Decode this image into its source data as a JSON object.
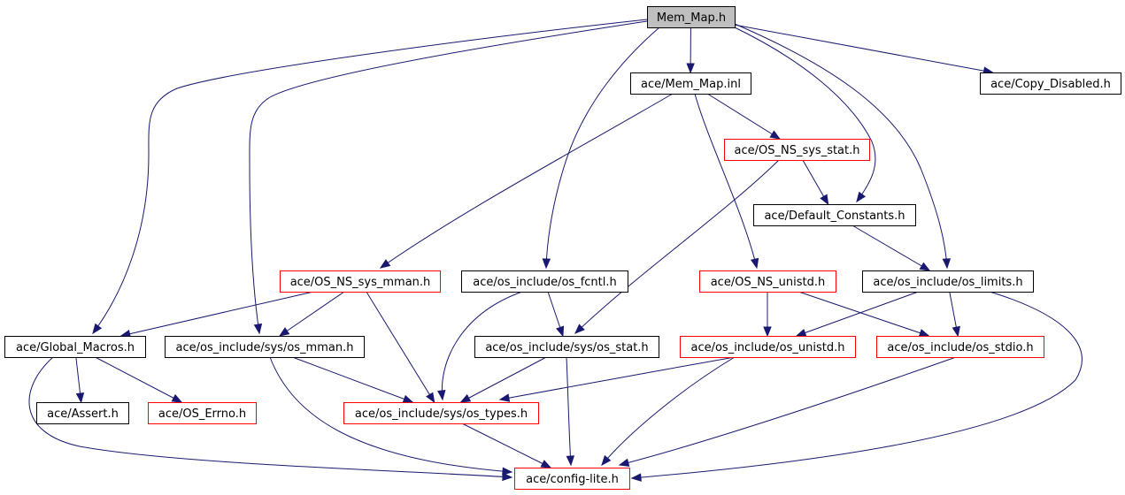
{
  "colors": {
    "root_fill": "#bfbfbf",
    "node_fill": "#ffffff",
    "border_black": "#000000",
    "border_red": "#ff0000",
    "edge": "#191970"
  },
  "nodes": [
    {
      "id": "mem_map_h",
      "label": "Mem_Map.h",
      "border": "black",
      "root": true
    },
    {
      "id": "mem_map_inl",
      "label": "ace/Mem_Map.inl",
      "border": "black"
    },
    {
      "id": "copy_disabled",
      "label": "ace/Copy_Disabled.h",
      "border": "black"
    },
    {
      "id": "os_ns_sys_stat",
      "label": "ace/OS_NS_sys_stat.h",
      "border": "red"
    },
    {
      "id": "default_constants",
      "label": "ace/Default_Constants.h",
      "border": "black"
    },
    {
      "id": "os_ns_sys_mman",
      "label": "ace/OS_NS_sys_mman.h",
      "border": "red"
    },
    {
      "id": "os_fcntl",
      "label": "ace/os_include/os_fcntl.h",
      "border": "black"
    },
    {
      "id": "os_ns_unistd",
      "label": "ace/OS_NS_unistd.h",
      "border": "red"
    },
    {
      "id": "os_limits",
      "label": "ace/os_include/os_limits.h",
      "border": "black"
    },
    {
      "id": "global_macros",
      "label": "ace/Global_Macros.h",
      "border": "black"
    },
    {
      "id": "sys_os_mman",
      "label": "ace/os_include/sys/os_mman.h",
      "border": "black"
    },
    {
      "id": "sys_os_stat",
      "label": "ace/os_include/sys/os_stat.h",
      "border": "black"
    },
    {
      "id": "os_unistd",
      "label": "ace/os_include/os_unistd.h",
      "border": "red"
    },
    {
      "id": "os_stdio",
      "label": "ace/os_include/os_stdio.h",
      "border": "red"
    },
    {
      "id": "assert_h",
      "label": "ace/Assert.h",
      "border": "black"
    },
    {
      "id": "os_errno",
      "label": "ace/OS_Errno.h",
      "border": "red"
    },
    {
      "id": "sys_os_types",
      "label": "ace/os_include/sys/os_types.h",
      "border": "red"
    },
    {
      "id": "config_lite",
      "label": "ace/config-lite.h",
      "border": "red"
    }
  ],
  "edges": [
    {
      "from": "mem_map_h",
      "to": "mem_map_inl"
    },
    {
      "from": "mem_map_h",
      "to": "copy_disabled"
    },
    {
      "from": "mem_map_h",
      "to": "default_constants"
    },
    {
      "from": "mem_map_h",
      "to": "os_fcntl"
    },
    {
      "from": "mem_map_h",
      "to": "os_limits"
    },
    {
      "from": "mem_map_h",
      "to": "global_macros"
    },
    {
      "from": "mem_map_h",
      "to": "sys_os_mman"
    },
    {
      "from": "mem_map_inl",
      "to": "os_ns_sys_stat"
    },
    {
      "from": "mem_map_inl",
      "to": "os_ns_sys_mman"
    },
    {
      "from": "mem_map_inl",
      "to": "os_ns_unistd"
    },
    {
      "from": "os_ns_sys_stat",
      "to": "default_constants"
    },
    {
      "from": "os_ns_sys_stat",
      "to": "sys_os_stat"
    },
    {
      "from": "default_constants",
      "to": "os_limits"
    },
    {
      "from": "os_ns_sys_mman",
      "to": "global_macros"
    },
    {
      "from": "os_ns_sys_mman",
      "to": "sys_os_mman"
    },
    {
      "from": "os_ns_sys_mman",
      "to": "sys_os_types"
    },
    {
      "from": "os_fcntl",
      "to": "sys_os_stat"
    },
    {
      "from": "os_fcntl",
      "to": "sys_os_types"
    },
    {
      "from": "os_ns_unistd",
      "to": "os_unistd"
    },
    {
      "from": "os_ns_unistd",
      "to": "os_stdio"
    },
    {
      "from": "os_limits",
      "to": "os_unistd"
    },
    {
      "from": "os_limits",
      "to": "os_stdio"
    },
    {
      "from": "os_limits",
      "to": "config_lite"
    },
    {
      "from": "global_macros",
      "to": "assert_h"
    },
    {
      "from": "global_macros",
      "to": "os_errno"
    },
    {
      "from": "global_macros",
      "to": "config_lite"
    },
    {
      "from": "sys_os_mman",
      "to": "sys_os_types"
    },
    {
      "from": "sys_os_mman",
      "to": "config_lite"
    },
    {
      "from": "sys_os_stat",
      "to": "sys_os_types"
    },
    {
      "from": "sys_os_stat",
      "to": "config_lite"
    },
    {
      "from": "os_unistd",
      "to": "sys_os_types"
    },
    {
      "from": "os_unistd",
      "to": "config_lite"
    },
    {
      "from": "os_stdio",
      "to": "config_lite"
    },
    {
      "from": "sys_os_types",
      "to": "config_lite"
    }
  ]
}
